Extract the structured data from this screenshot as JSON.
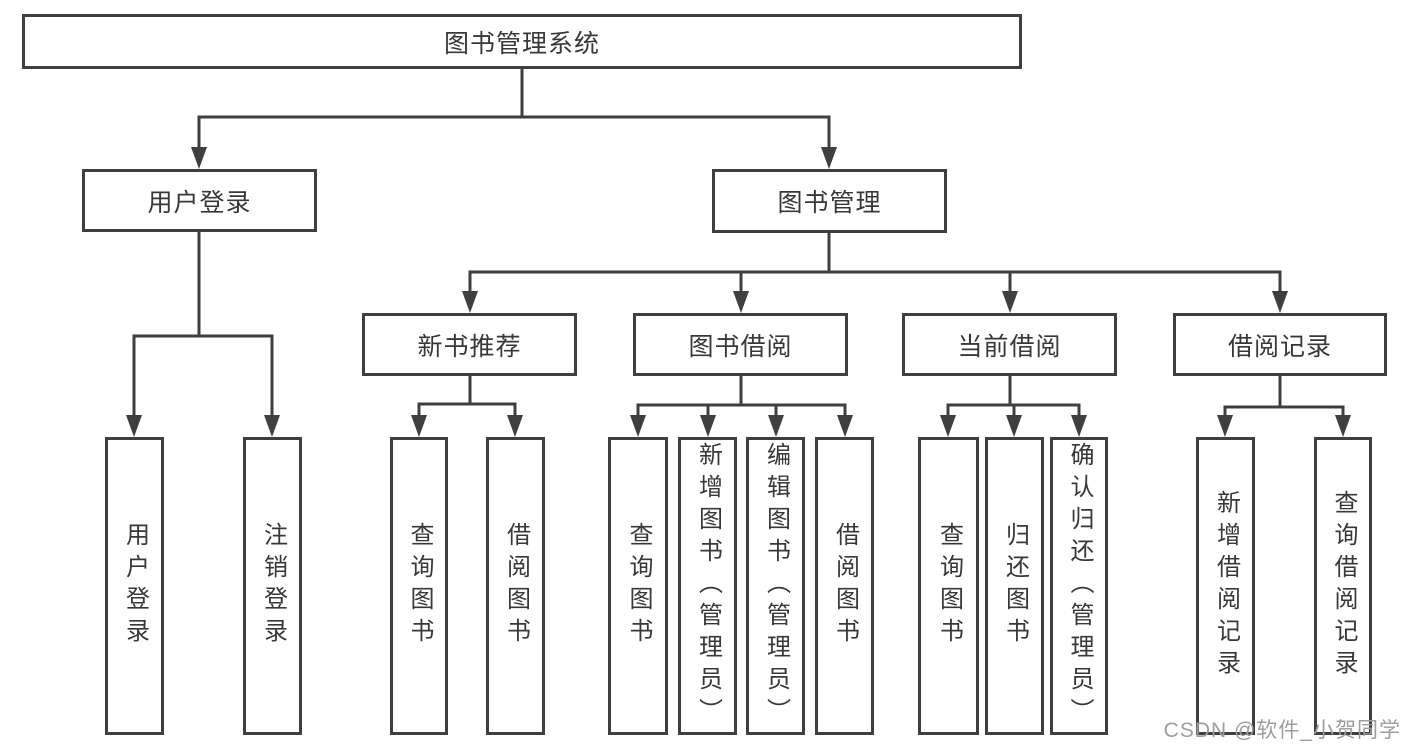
{
  "tree": {
    "root": "图书管理系统",
    "children": [
      {
        "label": "用户登录",
        "children": [
          {
            "label": "用户登录"
          },
          {
            "label": "注销登录"
          }
        ]
      },
      {
        "label": "图书管理",
        "children": [
          {
            "label": "新书推荐",
            "children": [
              {
                "label": "查询图书"
              },
              {
                "label": "借阅图书"
              }
            ]
          },
          {
            "label": "图书借阅",
            "children": [
              {
                "label": "查询图书"
              },
              {
                "label": "新增图书（管理员）"
              },
              {
                "label": "编辑图书（管理员）"
              },
              {
                "label": "借阅图书"
              }
            ]
          },
          {
            "label": "当前借阅",
            "children": [
              {
                "label": "查询图书"
              },
              {
                "label": "归还图书"
              },
              {
                "label": "确认归还（管理员）"
              }
            ]
          },
          {
            "label": "借阅记录",
            "children": [
              {
                "label": "新增借阅记录"
              },
              {
                "label": "查询借阅记录"
              }
            ]
          }
        ]
      }
    ]
  },
  "watermark": {
    "text": "CSDN @软件_小贺同学"
  },
  "colors": {
    "line": "#3f3f3f",
    "text": "#383838",
    "watermark": "#9d9d9d",
    "background": "#ffffff"
  }
}
